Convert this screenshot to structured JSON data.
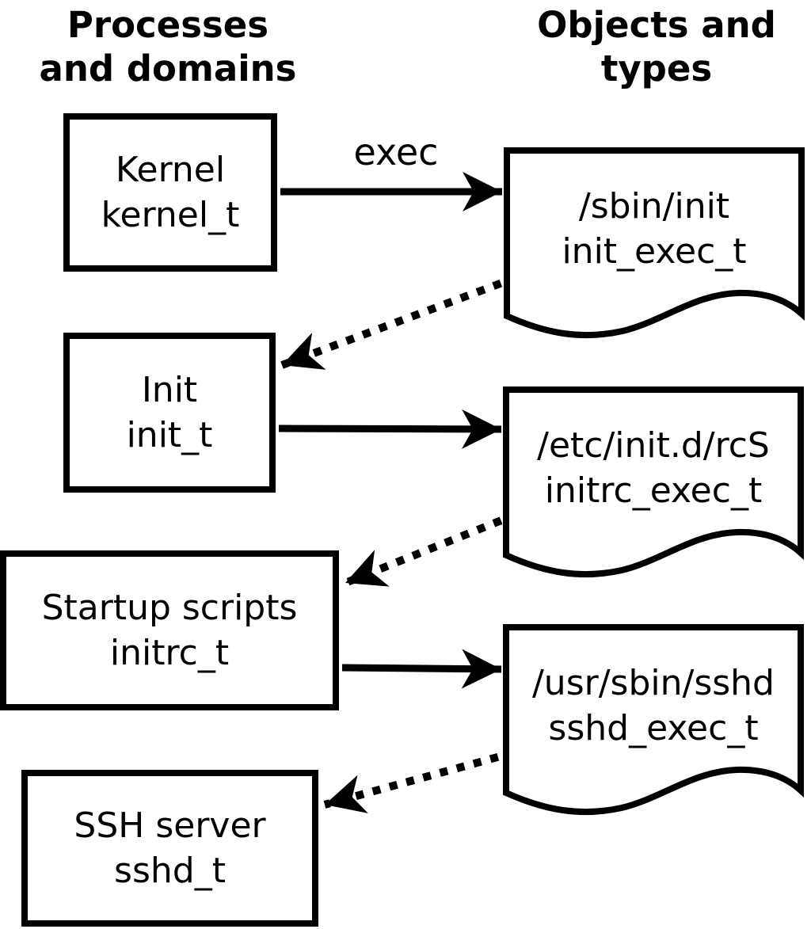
{
  "diagram": {
    "description": "SELinux domain transition flow from kernel boot to SSH server"
  },
  "column_headers": {
    "left": {
      "line1": "Processes",
      "line2": "and domains"
    },
    "right": {
      "line1": "Objects and",
      "line2": "types"
    }
  },
  "process_boxes": [
    {
      "label": "Kernel",
      "domain": "kernel_t"
    },
    {
      "label": "Init",
      "domain": "init_t"
    },
    {
      "label": "Startup scripts",
      "domain": "initrc_t"
    },
    {
      "label": "SSH server",
      "domain": "sshd_t"
    }
  ],
  "object_shapes": [
    {
      "path": "/sbin/init",
      "type": "init_exec_t"
    },
    {
      "path": "/etc/init.d/rcS",
      "type": "initrc_exec_t"
    },
    {
      "path": "/usr/sbin/sshd",
      "type": "sshd_exec_t"
    }
  ],
  "arrow_labels": {
    "exec": "exec"
  },
  "colors": {
    "foreground": "#000000",
    "background": "#ffffff"
  }
}
